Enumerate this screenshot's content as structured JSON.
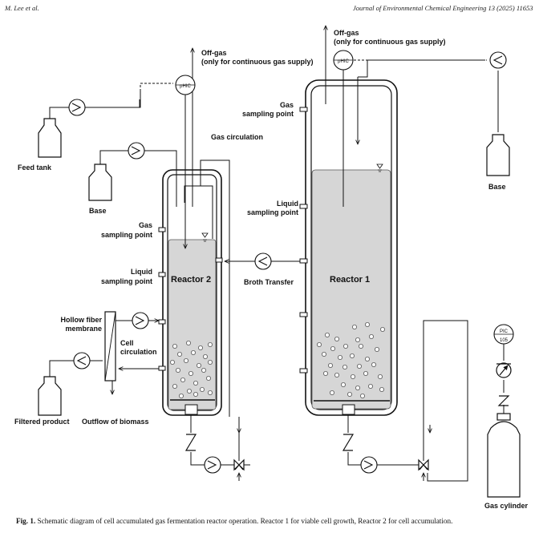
{
  "header": {
    "authors": "M. Lee et al.",
    "journal": "Journal of Environmental Chemical Engineering 13 (2025) 11653"
  },
  "labels": {
    "offgas_right": "Off-gas",
    "offgas_right_note": "(only for continuous gas supply)",
    "offgas_left": "Off-gas",
    "offgas_left_note": "(only for continuous gas supply)",
    "phic": "pHIC",
    "gas_sampling_r1_1": "Gas",
    "gas_sampling_r1_2": "sampling point",
    "liquid_sampling_r1_1": "Liquid",
    "liquid_sampling_r1_2": "sampling point",
    "gas_circulation": "Gas circulation",
    "feed_tank": "Feed tank",
    "base_left": "Base",
    "base_right": "Base",
    "gas_sampling_r2_1": "Gas",
    "gas_sampling_r2_2": "sampling point",
    "liquid_sampling_r2_1": "Liquid",
    "liquid_sampling_r2_2": "sampling point",
    "reactor2": "Reactor 2",
    "reactor1": "Reactor 1",
    "broth_transfer": "Broth Transfer",
    "hollow_fiber_1": "Hollow fiber",
    "hollow_fiber_2": "membrane",
    "cell_circ_1": "Cell",
    "cell_circ_2": "circulation",
    "filtered_product": "Filtered product",
    "outflow_biomass": "Outflow of biomass",
    "pic": "PIC",
    "pic_num": "105",
    "gas_cylinder": "Gas cylinder"
  },
  "caption": {
    "label": "Fig. 1.",
    "text": "Schematic diagram of cell accumulated gas fermentation reactor operation. Reactor 1 for viable cell growth, Reactor 2 for cell accumulation."
  },
  "colors": {
    "liquid": "#d6d6d6",
    "line": "#111111"
  }
}
